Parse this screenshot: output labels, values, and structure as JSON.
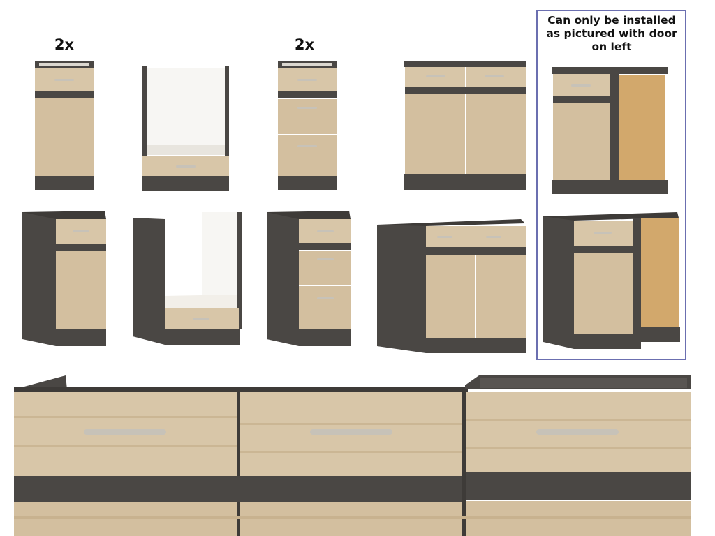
{
  "labels": {
    "qty_first": "2x",
    "qty_third": "2x",
    "corner_note": "Can only be installed as pictured with door on left"
  },
  "colors": {
    "wood": "#d8c6a8",
    "wood_dark": "#c9b391",
    "body": "#4a4744",
    "body_light": "#5c5956",
    "handle": "#c7c2b8",
    "back_panel": "#d2a86c",
    "interior": "#f2efe9",
    "border": "#6b6fb0"
  },
  "icons": [
    "cabinet-door-drawer",
    "oven-housing",
    "three-drawer-cabinet",
    "double-door-sink-cabinet",
    "corner-cabinet"
  ]
}
